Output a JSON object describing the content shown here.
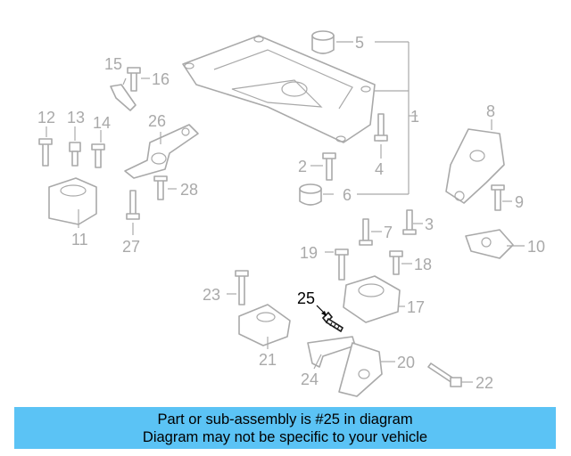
{
  "callouts": {
    "c1": "1",
    "c2": "2",
    "c3": "3",
    "c4": "4",
    "c5": "5",
    "c6": "6",
    "c7": "7",
    "c8": "8",
    "c9": "9",
    "c10": "10",
    "c11": "11",
    "c12": "12",
    "c13": "13",
    "c14": "14",
    "c15": "15",
    "c16": "16",
    "c17": "17",
    "c18": "18",
    "c19": "19",
    "c20": "20",
    "c21": "21",
    "c22": "22",
    "c23": "23",
    "c24": "24",
    "c25": "25",
    "c26": "26",
    "c27": "27",
    "c28": "28"
  },
  "highlighted_part": "25",
  "banner": {
    "line1": "Part or sub-assembly is #25 in diagram",
    "line2": "Diagram may not be specific to your vehicle"
  },
  "colors": {
    "line_art": "#a9a9a9",
    "highlight": "#000000",
    "banner_bg": "#5bc3f5"
  }
}
